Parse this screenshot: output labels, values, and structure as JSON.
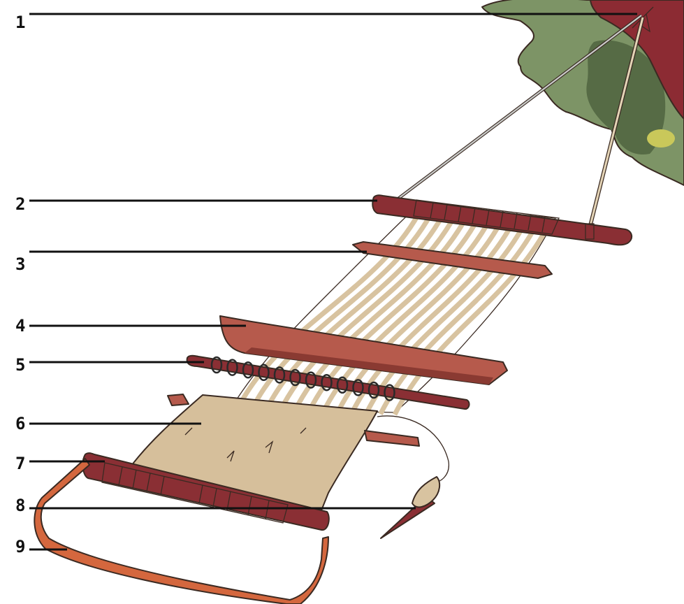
{
  "labels": [
    "1",
    "2",
    "3",
    "4",
    "5",
    "6",
    "7",
    "8",
    "9"
  ],
  "colors": {
    "tree_foliage": "#7d9466",
    "tree_foliage_dark": "#566b45",
    "tree_trunk": "#8c2b33",
    "warp_threads": "#d8c3a0",
    "woven_cloth": "#d6bf9b",
    "weaving_sword": "#b65a4c",
    "wooden_beam": "#8a2f34",
    "backstrap": "#d4673e",
    "leader_lines": "#111111"
  }
}
